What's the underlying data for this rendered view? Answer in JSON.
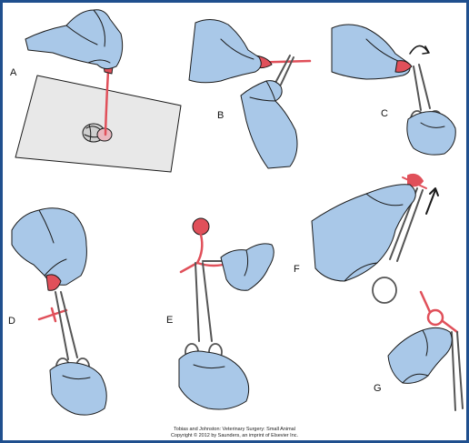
{
  "panels": [
    {
      "id": "A",
      "label": "A"
    },
    {
      "id": "B",
      "label": "B"
    },
    {
      "id": "C",
      "label": "C"
    },
    {
      "id": "D",
      "label": "D"
    },
    {
      "id": "E",
      "label": "E"
    },
    {
      "id": "F",
      "label": "F"
    },
    {
      "id": "G",
      "label": "G"
    }
  ],
  "credit": {
    "line1": "Tobias and Johnston: Veterinary Surgery: Small Animal",
    "line2": "Copyright © 2012 by Saunders, an imprint of Elsevier Inc."
  },
  "colors": {
    "frame": "#1f4f8e",
    "glove": "#a9c8e8",
    "suture": "#e0505a",
    "drape": "#e8e8e8",
    "outline": "#1a1a1a"
  }
}
